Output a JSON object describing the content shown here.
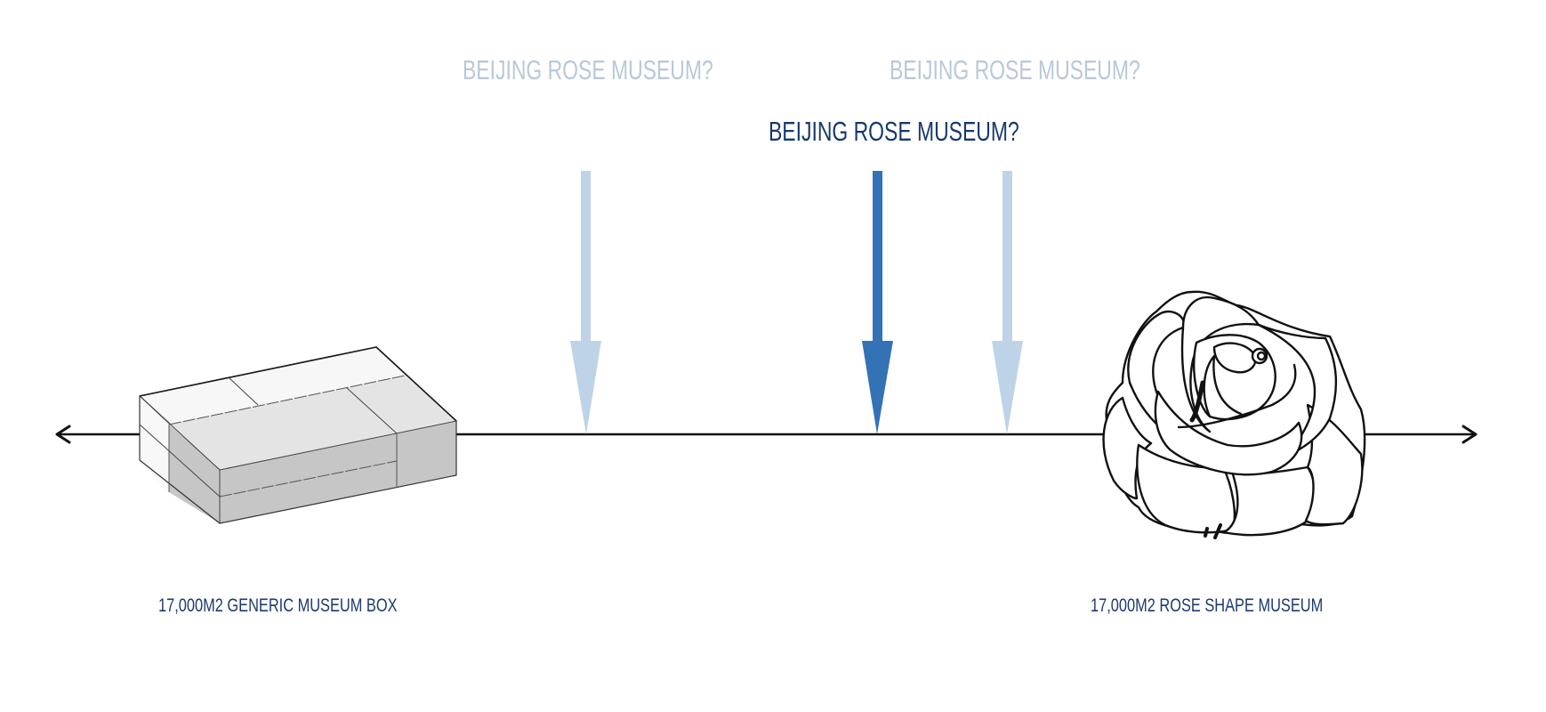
{
  "diagram": {
    "question_titles": [
      {
        "text": "BEIJING ROSE MUSEUM?",
        "emphasis": "faded"
      },
      {
        "text": "BEIJING ROSE MUSEUM?",
        "emphasis": "highlighted"
      },
      {
        "text": "BEIJING ROSE MUSEUM?",
        "emphasis": "faded"
      }
    ],
    "left_pole": {
      "caption": "17,000M2 GENERIC MUSEUM BOX",
      "icon": "museum-box-icon"
    },
    "right_pole": {
      "caption": "17,000M2 ROSE SHAPE MUSEUM",
      "icon": "rose-icon"
    },
    "spectrum": {
      "type": "bidirectional-axis",
      "markers": [
        {
          "label_ref": 0,
          "emphasis": "faded"
        },
        {
          "label_ref": 1,
          "emphasis": "highlighted"
        },
        {
          "label_ref": 2,
          "emphasis": "faded"
        }
      ]
    },
    "colors": {
      "highlight_arrow": "#3372b5",
      "faded_arrow": "#bed3e7",
      "highlight_text": "#17396c",
      "faded_text": "#b9c8d8",
      "caption_text": "#1d3a6e",
      "axis": "#111111"
    }
  }
}
